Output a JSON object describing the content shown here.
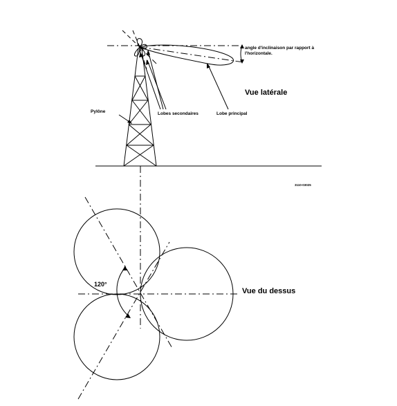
{
  "side_view": {
    "title": "Vue latérale",
    "tilt_label_line1": "angle d'inclinaison par rapport à",
    "tilt_label_line2": "l'horizontale.",
    "main_lobe_label": "Lobe principal",
    "secondary_lobes_label": "Lobes secondaires",
    "pylon_label": "Pylône",
    "figure_ref": "3110-03025"
  },
  "top_view": {
    "title": "Vue du dessus",
    "angle_label": "120°"
  }
}
